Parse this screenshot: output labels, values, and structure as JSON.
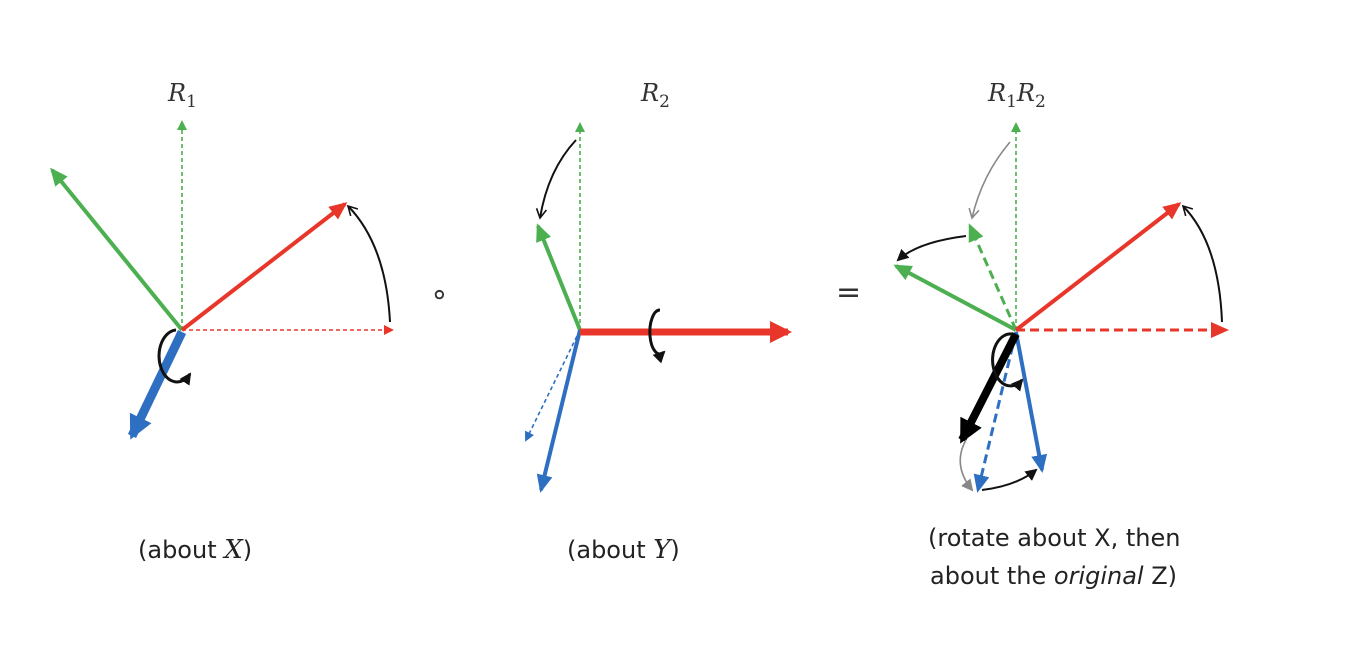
{
  "panels": [
    {
      "label_main": "R",
      "label_sub": "1",
      "caption_prefix": "(about ",
      "caption_axis": "X",
      "caption_suffix": ")"
    },
    {
      "label_main": "R",
      "label_sub": "2",
      "caption_prefix": "(about ",
      "caption_axis": "Y",
      "caption_suffix": ")"
    },
    {
      "label_a_main": "R",
      "label_a_sub": "1",
      "label_b_main": "R",
      "label_b_sub": "2",
      "caption_line1": "(rotate about X, then",
      "caption_line2_prefix": "about the ",
      "caption_line2_em": "original",
      "caption_line2_suffix": " Z)"
    }
  ],
  "operators": {
    "compose": "∘",
    "equals": "="
  },
  "colors": {
    "x_axis": "#e8372a",
    "y_axis": "#4caf50",
    "z_axis": "#2e6fc2",
    "arc": "#111111",
    "arc_light": "#888888",
    "composite_z": "#000000"
  }
}
